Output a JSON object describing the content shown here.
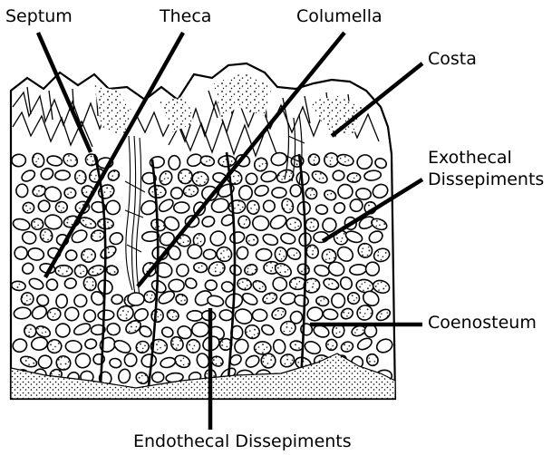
{
  "labels": {
    "septum": "Septum",
    "theca": "Theca",
    "columella": "Columella",
    "costa": "Costa",
    "exothecal_line1": "Exothecal",
    "exothecal_line2": "Dissepiments",
    "coenosteum": "Coenosteum",
    "endothecal": "Endothecal Dissepiments"
  },
  "colors": {
    "ink": "#000000",
    "background": "#ffffff"
  }
}
